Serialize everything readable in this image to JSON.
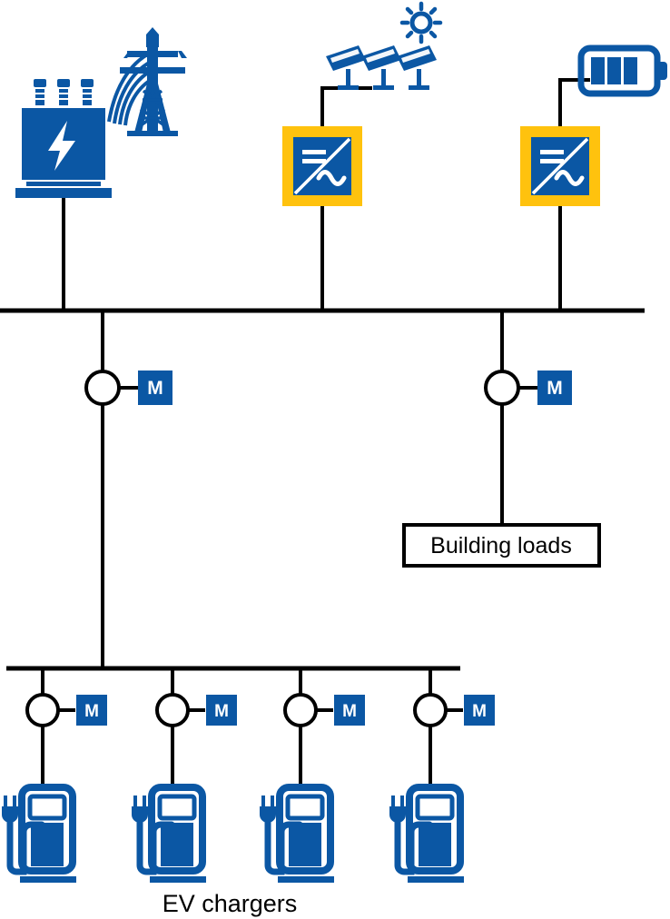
{
  "diagram": {
    "title": "EV charging microgrid single-line diagram",
    "colors": {
      "brand_blue": "#0B57A4",
      "accent_yellow": "#FFC20E",
      "line_black": "#000000",
      "background": "#FFFFFF"
    },
    "labels": {
      "building_loads": "Building loads",
      "ev_chargers": "EV chargers",
      "meter_letter": "M"
    },
    "sources": [
      {
        "id": "grid-supply",
        "icon": "transmission-tower-icon",
        "device_icon": "transformer-icon",
        "name": "Grid supply transformer"
      },
      {
        "id": "solar-pv",
        "icon": "solar-panel-array-icon",
        "sun_icon": "sun-icon",
        "device_icon": "inverter-icon",
        "name": "Solar PV inverter"
      },
      {
        "id": "battery-storage",
        "icon": "battery-icon",
        "device_icon": "inverter-icon",
        "name": "Battery storage inverter"
      }
    ],
    "buses": [
      {
        "id": "main-bus",
        "name": "Main AC bus"
      },
      {
        "id": "ev-bus",
        "name": "EV charger distribution bus"
      }
    ],
    "meters": [
      {
        "id": "meter-grid-feeder",
        "letter": "M"
      },
      {
        "id": "meter-building-feeder",
        "letter": "M"
      },
      {
        "id": "meter-ev-1",
        "letter": "M"
      },
      {
        "id": "meter-ev-2",
        "letter": "M"
      },
      {
        "id": "meter-ev-3",
        "letter": "M"
      },
      {
        "id": "meter-ev-4",
        "letter": "M"
      }
    ],
    "loads": [
      {
        "id": "building-loads",
        "label": "Building loads",
        "type": "box"
      },
      {
        "id": "ev-charger-1",
        "label": "EV charger",
        "type": "ev-charger-icon"
      },
      {
        "id": "ev-charger-2",
        "label": "EV charger",
        "type": "ev-charger-icon"
      },
      {
        "id": "ev-charger-3",
        "label": "EV charger",
        "type": "ev-charger-icon"
      },
      {
        "id": "ev-charger-4",
        "label": "EV charger",
        "type": "ev-charger-icon"
      }
    ]
  }
}
